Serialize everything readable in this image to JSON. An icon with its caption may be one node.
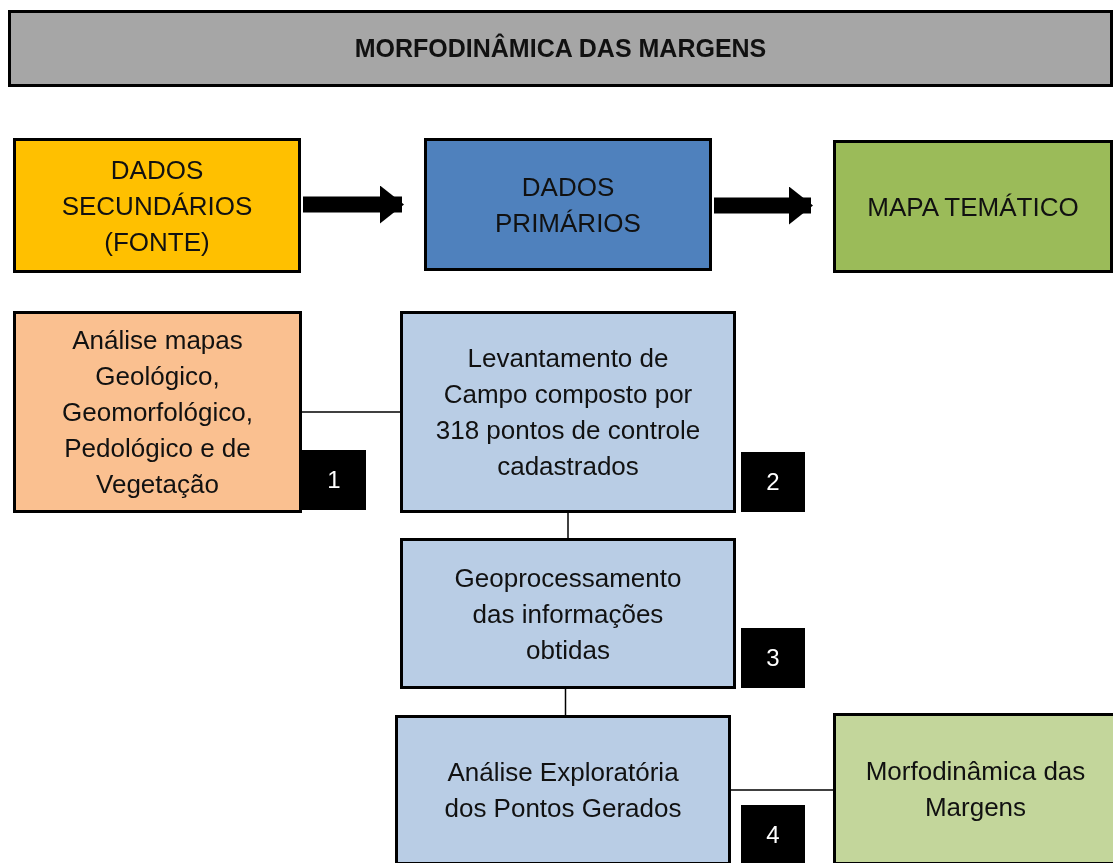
{
  "diagram": {
    "title": "MORFODINÂMICA DAS MARGENS",
    "nodes": [
      {
        "text": [
          "DADOS SECUNDÁRIOS (FONTE)"
        ]
      },
      {
        "text": [
          "DADOS PRIMÁRIOS"
        ]
      },
      {
        "text": [
          "MAPA TEMÁTICO"
        ]
      },
      {
        "text": [
          "Análise mapas Geológico, Geomorfológico, Pedológico e de Vegetação"
        ],
        "beside": [
          "1"
        ]
      },
      {
        "text": [
          "Levantamento de Campo composto por 318 pontos de controle cadastrados"
        ],
        "beside": [
          "2"
        ]
      },
      {
        "text": [
          "Geoprocessamento das informações obtidas"
        ],
        "beside": [
          "3"
        ]
      },
      {
        "text": [
          "Análise Exploratória dos Pontos Gerados"
        ],
        "beside": [
          "4"
        ]
      },
      {
        "text": [
          "Morfodinâmica das Margens"
        ]
      }
    ],
    "edges": [
      {
        "from": 0,
        "to": 1,
        "arrow": "to",
        "style": "thick"
      },
      {
        "from": 1,
        "to": 2,
        "arrow": "to",
        "style": "thick"
      },
      {
        "from": 3,
        "to": 4,
        "arrow": "none"
      },
      {
        "from": 4,
        "to": 5,
        "arrow": "none"
      },
      {
        "from": 5,
        "to": 6,
        "arrow": "none"
      },
      {
        "from": 6,
        "to": 7,
        "arrow": "none"
      }
    ]
  }
}
